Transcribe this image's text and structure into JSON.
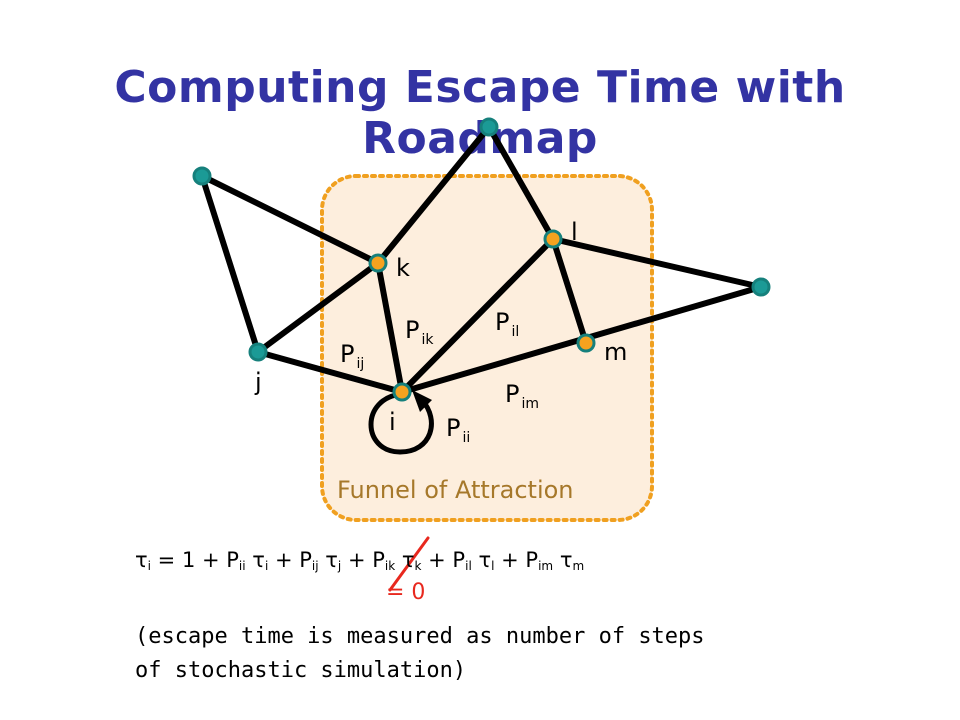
{
  "title": "Computing Escape Time with Roadmap",
  "funnel_label": "Funnel of Attraction",
  "colors": {
    "title": "#3333a3",
    "funnel_fill": "#fdeedd",
    "funnel_border": "#f0a020",
    "funnel_text": "#a6782a",
    "node_outer": "#16807c",
    "node_inner_teal": "#1b9a96",
    "node_inner_orange": "#f5a21f",
    "edge": "#000000",
    "strike": "#e8281e"
  },
  "nodes": {
    "i": "i",
    "j": "j",
    "k": "k",
    "l": "l",
    "m": "m"
  },
  "edge_labels": {
    "p_ij": {
      "base": "P",
      "sub": "ij"
    },
    "p_ik": {
      "base": "P",
      "sub": "ik"
    },
    "p_il": {
      "base": "P",
      "sub": "il"
    },
    "p_im": {
      "base": "P",
      "sub": "im"
    },
    "p_ii": {
      "base": "P",
      "sub": "ii"
    }
  },
  "equation": {
    "tau": "τ",
    "eq_sign": " = 1 + P",
    "plus_p": " + P",
    "sub_i": "i",
    "sub_ii": "ii",
    "sub_ij": "ij",
    "sub_j": "j",
    "sub_ik": "ik",
    "sub_k": "k",
    "sub_il": "il",
    "sub_l": "l",
    "sub_im": "im",
    "sub_m": "m"
  },
  "zero_note": "= 0",
  "note_lines": [
    "(escape time is measured as number of steps",
    "of stochastic simulation)"
  ]
}
